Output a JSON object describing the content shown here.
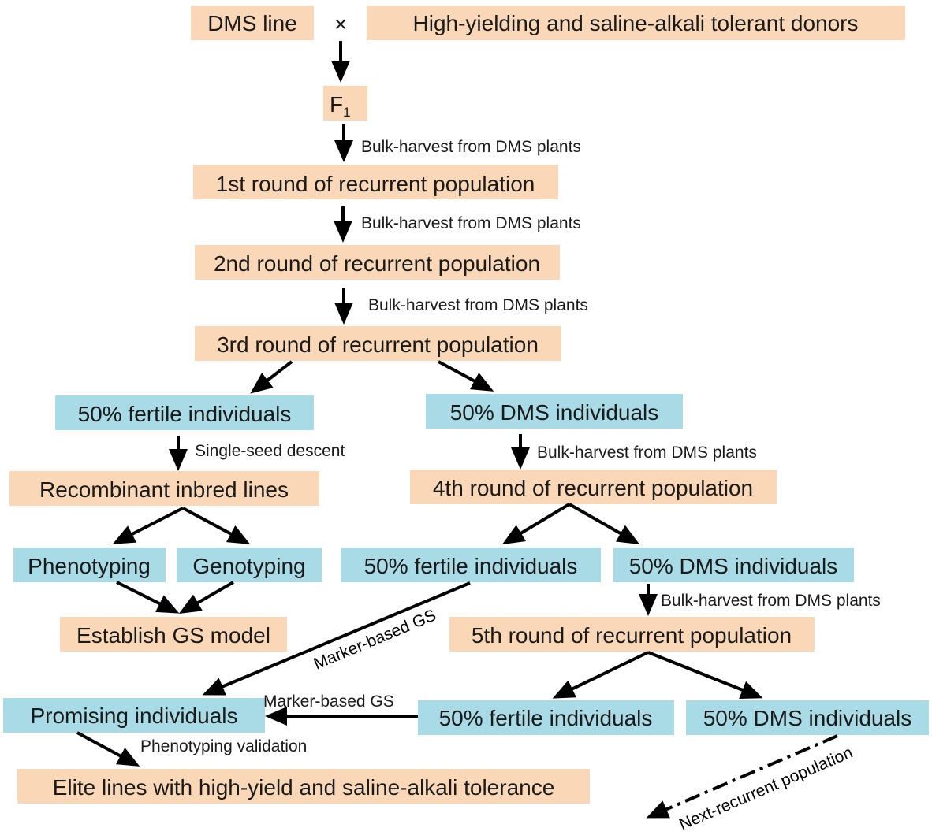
{
  "colors": {
    "orange_box": "#fad7b7",
    "blue_box": "#a9dbe6",
    "arrow": "#000000"
  },
  "boxes": {
    "dms_line": "DMS line",
    "cross_symbol": "×",
    "donors": "High-yielding and saline-alkali tolerant donors",
    "f1_base": "F",
    "f1_sub": "1",
    "round1": "1st round of recurrent population",
    "round2": "2nd round of recurrent population",
    "round3": "3rd round of recurrent population",
    "fertile_a": "50% fertile individuals",
    "dms_a": "50% DMS individuals",
    "ril": "Recombinant inbred lines",
    "round4": "4th round of recurrent population",
    "phenotyping": "Phenotyping",
    "genotyping": "Genotyping",
    "fertile_b": "50% fertile individuals",
    "dms_b": "50% DMS individuals",
    "gs_model": "Establish GS model",
    "round5": "5th round of recurrent population",
    "promising": "Promising individuals",
    "fertile_c": "50% fertile individuals",
    "dms_c": "50% DMS individuals",
    "elite": "Elite lines with high-yield and saline-alkali tolerance"
  },
  "labels": {
    "bulk1": "Bulk-harvest from DMS plants",
    "bulk2": "Bulk-harvest from DMS plants",
    "bulk3": "Bulk-harvest from DMS plants",
    "ssd": "Single-seed descent",
    "bulk4": "Bulk-harvest from DMS plants",
    "bulk5": "Bulk-harvest from DMS plants",
    "marker_gs_diag": "Marker-based GS",
    "marker_gs_horiz": "Marker-based GS",
    "pheno_valid": "Phenotyping validation",
    "next_pop": "Next-recurrent population"
  }
}
